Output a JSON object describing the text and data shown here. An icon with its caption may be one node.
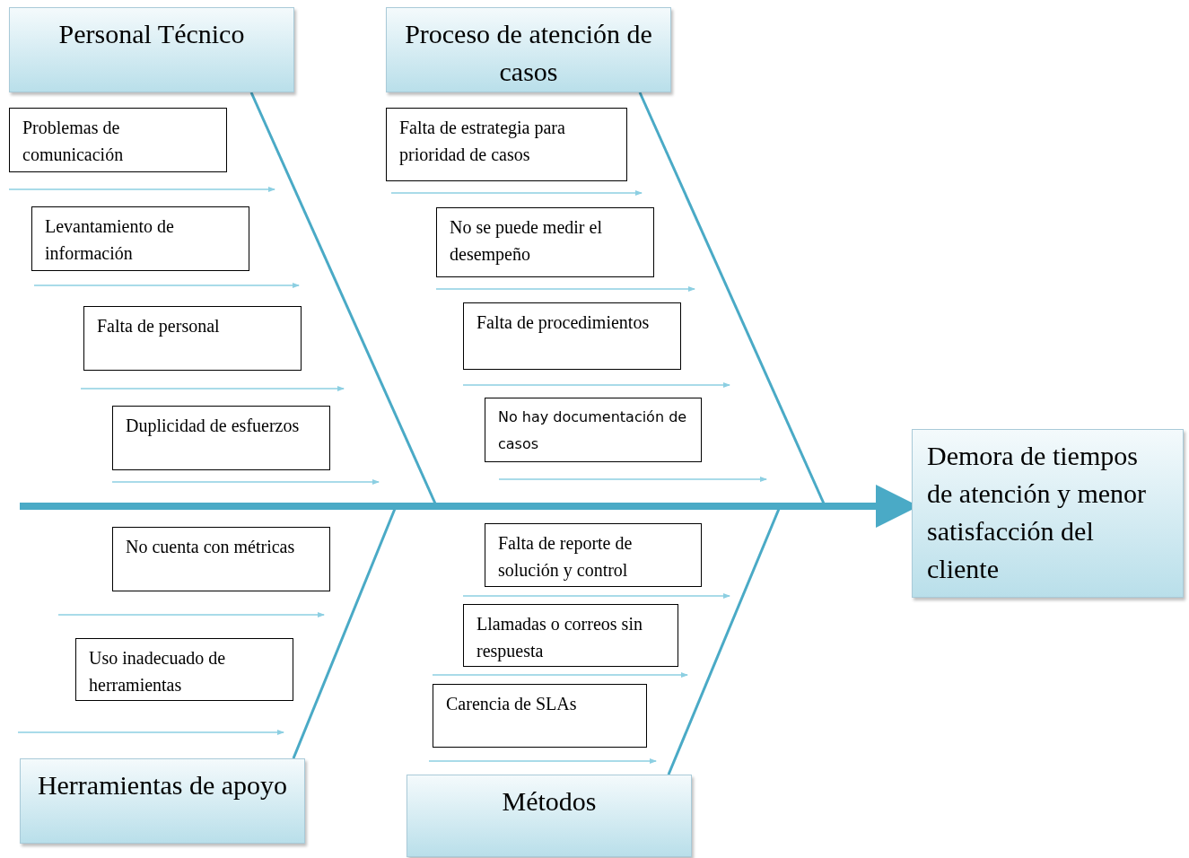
{
  "diagram": {
    "nodes": [
      {
        "text": [
          "Personal Técnico"
        ]
      },
      {
        "text": [
          "Proceso de atención de casos"
        ]
      },
      {
        "text": [
          "Herramientas de apoyo"
        ]
      },
      {
        "text": [
          "Métodos"
        ]
      },
      {
        "text": [
          "Demora de tiempos de atención y menor satisfacción del cliente"
        ]
      },
      {
        "text": [
          "Problemas de comunicación"
        ]
      },
      {
        "text": [
          "Levantamiento de información"
        ]
      },
      {
        "text": [
          "Falta de personal"
        ]
      },
      {
        "text": [
          "Duplicidad de esfuerzos"
        ]
      },
      {
        "text": [
          "Falta de estrategia para prioridad de casos"
        ]
      },
      {
        "text": [
          "No se puede medir el desempeño"
        ]
      },
      {
        "text": [
          "Falta de procedimientos"
        ]
      },
      {
        "text": [
          "No hay documentación de casos"
        ]
      },
      {
        "text": [
          "No cuenta con métricas"
        ]
      },
      {
        "text": [
          "Uso inadecuado de herramientas"
        ]
      },
      {
        "text": [
          "Falta de reporte de solución y control"
        ]
      },
      {
        "text": [
          "Llamadas o correos sin respuesta"
        ]
      },
      {
        "text": [
          "Carencia de SLAs"
        ]
      }
    ],
    "edges": [
      {
        "from": null,
        "to": 4,
        "arrow": "to",
        "style": "thick"
      },
      {
        "from": 0,
        "to": null,
        "arrow": "none"
      },
      {
        "from": 1,
        "to": null,
        "arrow": "none"
      },
      {
        "from": 2,
        "to": null,
        "arrow": "none"
      },
      {
        "from": 3,
        "to": null,
        "arrow": "none"
      }
    ]
  }
}
